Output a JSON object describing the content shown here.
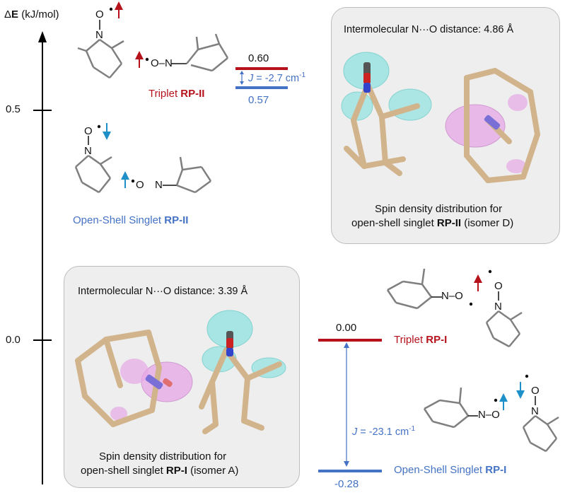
{
  "axis": {
    "label_prefix": "Δ",
    "label_bold": "E",
    "label_unit": " (kJ/mol)",
    "ticks": [
      "0.5",
      "0.0"
    ]
  },
  "levels": {
    "triplet_rp2": {
      "value": "0.60",
      "label_prefix": "Triplet ",
      "label_bold": "RP-II"
    },
    "singlet_rp2": {
      "value": "0.57",
      "label_prefix": "Open-Shell Singlet ",
      "label_bold": "RP-II"
    },
    "triplet_rp1": {
      "value": "0.00",
      "label_prefix": "Triplet ",
      "label_bold": "RP-I"
    },
    "singlet_rp1": {
      "value": "-0.28",
      "label_prefix": "Open-Shell Singlet ",
      "label_bold": "RP-I"
    },
    "j_rp2": {
      "prefix": "J",
      "value": " = -2.7 cm",
      "sup": "-1"
    },
    "j_rp1": {
      "prefix": "J",
      "value": " = -23.1 cm",
      "sup": "-1"
    }
  },
  "panel_top": {
    "title": "Intermolecular N···O distance: 4.86 Å",
    "caption_line1": "Spin density distribution for",
    "caption_line2_prefix": "open-shell singlet ",
    "caption_line2_bold": "RP-II",
    "caption_line2_suffix": " (isomer D)"
  },
  "panel_bottom": {
    "title": "Intermolecular N···O distance: 3.39 Å",
    "caption_line1": "Spin density distribution for",
    "caption_line2_prefix": "open-shell singlet ",
    "caption_line2_bold": "RP-I",
    "caption_line2_suffix": " (isomer A)"
  },
  "structures": {
    "o_label": "O",
    "n_label": "N",
    "no_label": "N–O",
    "on_label": "O–N"
  },
  "colors": {
    "triplet": "#b5121b",
    "singlet": "#4472c4",
    "spin_up_cyan": "#8fe3e0",
    "spin_down_pink": "#e6a8e6",
    "stick": "#d2b48c",
    "panel_bg": "#eeeeee"
  }
}
